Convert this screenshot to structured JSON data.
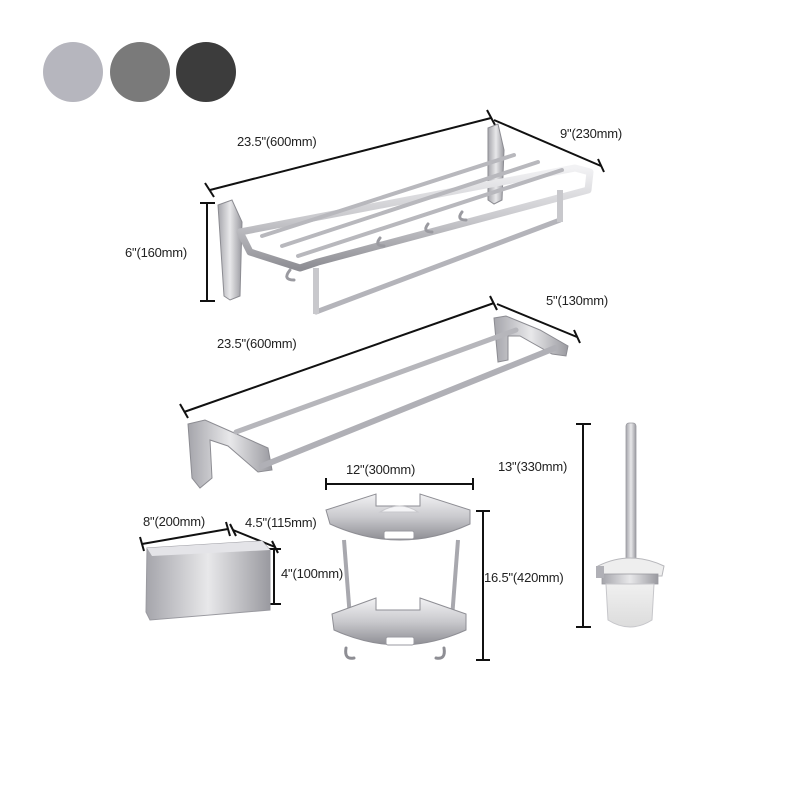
{
  "color_options": [
    {
      "name": "silver",
      "color": "#b6b6be"
    },
    {
      "name": "gray",
      "color": "#7a7a7a"
    },
    {
      "name": "black",
      "color": "#3c3c3c"
    }
  ],
  "products": {
    "folding_towel_rack": {
      "width": "23.5\"(600mm)",
      "depth": "9\"(230mm)",
      "height": "6\"(160mm)"
    },
    "double_towel_bar": {
      "width": "23.5\"(600mm)",
      "depth": "5\"(130mm)"
    },
    "tissue_box": {
      "width": "8\"(200mm)",
      "depth": "4.5\"(115mm)",
      "height": "4\"(100mm)"
    },
    "corner_shelf": {
      "width": "12\"(300mm)",
      "height": "16.5\"(420mm)"
    },
    "toilet_brush": {
      "height": "13\"(330mm)"
    }
  }
}
